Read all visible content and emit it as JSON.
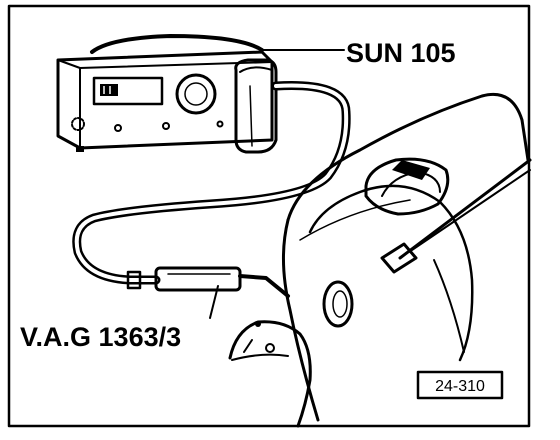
{
  "labels": {
    "tester": "SUN 105",
    "adapter": "V.A.G 1363/3",
    "figure_ref": "24-310"
  },
  "colors": {
    "ink": "#000000",
    "paper": "#ffffff"
  }
}
